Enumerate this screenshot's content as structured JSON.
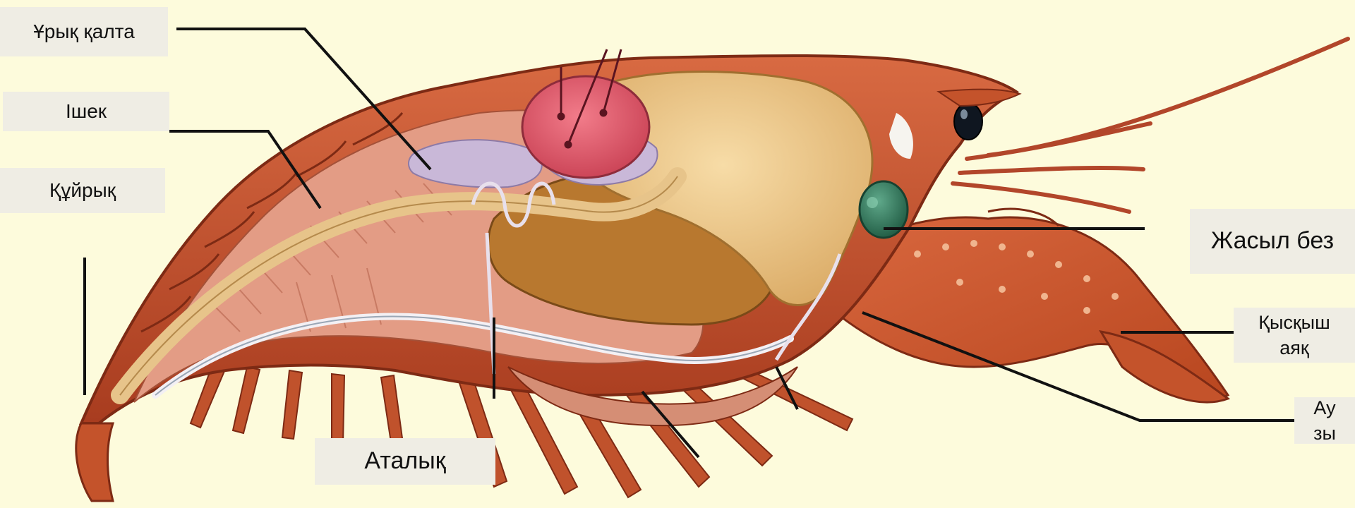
{
  "diagram": {
    "background": "#fdfbdc",
    "label_background": "#efede4",
    "subject": "crayfish-internal-anatomy",
    "colors": {
      "shell": "#c8522f",
      "shell_dark": "#8e2f17",
      "muscle": "#dd8f79",
      "intestine": "#e9c286",
      "stomach": "#b6782f",
      "ovary": "#e45a6e",
      "green_gland": "#2f7a5d",
      "eye": "#111822",
      "leader_line": "#111111"
    },
    "labels": {
      "egg_sac": "Ұрық қалта",
      "intestine": "Ішек",
      "tail": "Құйрық",
      "green_gland": "Жасыл без",
      "claw_leg": "Қысқыш\nаяқ",
      "mouth": "Ау\nзы",
      "testis": "Аталық"
    }
  }
}
